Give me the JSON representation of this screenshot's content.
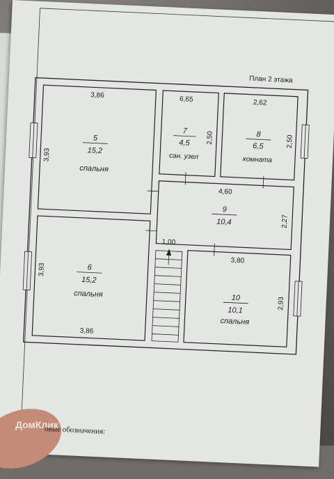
{
  "plan_title": "План 2 этажа",
  "rooms": [
    {
      "number": "5",
      "area": "15,2",
      "name": "спальня"
    },
    {
      "number": "7",
      "area": "4,5",
      "name": "сан. узел"
    },
    {
      "number": "8",
      "area": "6,5",
      "name": "комната"
    },
    {
      "number": "9",
      "area": "10,4",
      "name": ""
    },
    {
      "number": "6",
      "area": "15,2",
      "name": "спальня"
    },
    {
      "number": "10",
      "area": "10,1",
      "name": "спальня"
    }
  ],
  "dimensions": {
    "room5_top": "3,86",
    "room5_side": "3,93",
    "room7_top": "6,65",
    "room7_side": "2,50",
    "room8_top": "2,62",
    "room8_side": "2,50",
    "room9_top": "4,60",
    "room9_side": "2,27",
    "stair_width": "1,00",
    "room6_side": "3,93",
    "room6_bottom": "3,86",
    "room10_top": "3,80",
    "room10_side": "2,93"
  },
  "legend_label": "овые обозначения:",
  "watermark": "ДомКлик"
}
